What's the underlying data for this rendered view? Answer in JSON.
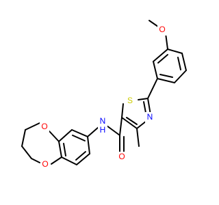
{
  "molecule": {
    "atoms": {
      "o_methoxy": {
        "label": "O",
        "color": "#ff0000"
      },
      "s_thiazole": {
        "label": "S",
        "color": "#cccc00"
      },
      "n_thiazole": {
        "label": "N",
        "color": "#0000ff"
      },
      "nh_amide": {
        "label": "N",
        "sub": "H",
        "color": "#0000ff"
      },
      "o_ring_top": {
        "label": "O",
        "color": "#ff0000"
      },
      "o_ring_bottom": {
        "label": "O",
        "color": "#ff0000"
      },
      "o_carbonyl": {
        "label": "O",
        "color": "#ff0000"
      }
    },
    "bond_color": "#000000",
    "background": "#ffffff"
  }
}
